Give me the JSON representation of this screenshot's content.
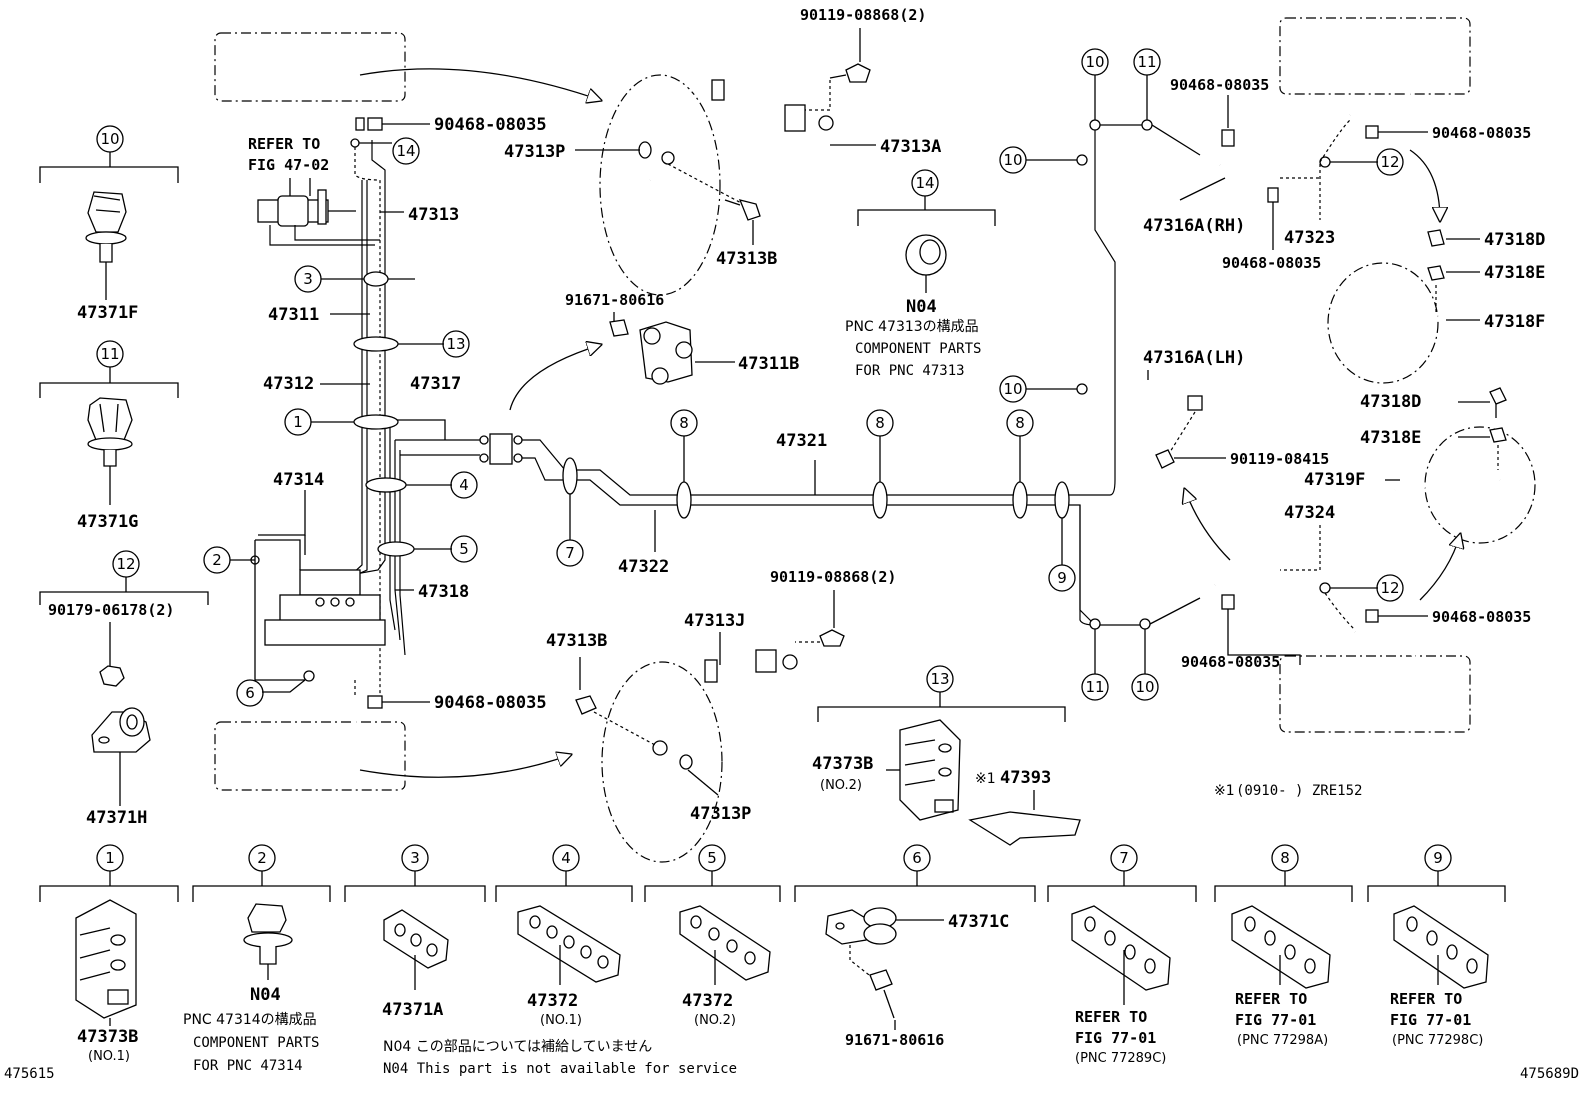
{
  "diagram": {
    "left_code": "475615",
    "right_code": "475689D",
    "main": {
      "refer_fig_1": "REFER TO",
      "refer_fig_2": "FIG 47-02",
      "p47313": "47313",
      "p47311": "47311",
      "p47312": "47312",
      "p47317": "47317",
      "p47314": "47314",
      "p47318": "47318",
      "p47321": "47321",
      "p47322": "47322",
      "p47323": "47323",
      "p47324": "47324",
      "p90468_top": "90468-08035",
      "p90468_bottom": "90468-08035"
    },
    "front_top": {
      "bolt_qty": "90119-08868(2)",
      "p47313A": "47313A",
      "p47313P": "47313P",
      "p47313B": "47313B"
    },
    "bracket": {
      "bolt": "91671-80616",
      "p47311B": "47311B"
    },
    "front_bottom": {
      "bolt_qty": "90119-08868(2)",
      "p47313J": "47313J",
      "p47313B": "47313B",
      "p47313P": "47313P"
    },
    "grommet_14": {
      "num": "14",
      "code": "N04",
      "note1": "PNC 47313の構成品",
      "note2": "COMPONENT PARTS",
      "note3": "FOR PNC 47313"
    },
    "clamp_13": {
      "num": "13",
      "p47373B": "47373B",
      "sub": "(NO.2)",
      "mark": "※1",
      "p47393": "47393",
      "footnote_mark": "※1",
      "footnote_text": "(0910-      ) ZRE152"
    },
    "rear": {
      "p90468_a": "90468-08035",
      "p90468_b": "90468-08035",
      "p90468_c": "90468-08035",
      "p90468_d": "90468-08035",
      "p90468_e": "90468-08035",
      "p47316A_RH": "47316A(RH)",
      "p47316A_LH": "47316A(LH)",
      "p90119": "90119-08415",
      "p47318D_a": "47318D",
      "p47318E_a": "47318E",
      "p47318F": "47318F",
      "p47318D_b": "47318D",
      "p47318E_b": "47318E",
      "p47319F": "47319F"
    },
    "left_column": [
      {
        "num": "10",
        "part": "47371F"
      },
      {
        "num": "11",
        "part": "47371G"
      },
      {
        "num": "12",
        "part": "47371H",
        "bolt": "90179-06178(2)"
      }
    ],
    "bottom_row": [
      {
        "num": "1",
        "part": "47373B",
        "sub": "(NO.1)"
      },
      {
        "num": "2",
        "part": "N04",
        "note1": "PNC 47314の構成品",
        "note2": "COMPONENT PARTS",
        "note3": "FOR PNC 47314"
      },
      {
        "num": "3",
        "part": "47371A"
      },
      {
        "num": "4",
        "part": "47372",
        "sub": "(NO.1)"
      },
      {
        "num": "5",
        "part": "47372",
        "sub": "(NO.2)"
      },
      {
        "num": "6",
        "part": "47371C",
        "bolt": "91671-80616"
      },
      {
        "num": "7",
        "ref1": "REFER TO",
        "ref2": "FIG 77-01",
        "ref3": "(PNC 77289C)"
      },
      {
        "num": "8",
        "ref1": "REFER TO",
        "ref2": "FIG 77-01",
        "ref3": "(PNC 77298A)"
      },
      {
        "num": "9",
        "ref1": "REFER TO",
        "ref2": "FIG 77-01",
        "ref3": "(PNC 77298C)"
      }
    ],
    "bottom_note1": "N04 この部品については補給していません",
    "bottom_note2": "N04 This part is not available for service",
    "callouts": [
      "1",
      "2",
      "3",
      "4",
      "5",
      "6",
      "7",
      "8",
      "9",
      "10",
      "11",
      "12",
      "13",
      "14"
    ]
  }
}
